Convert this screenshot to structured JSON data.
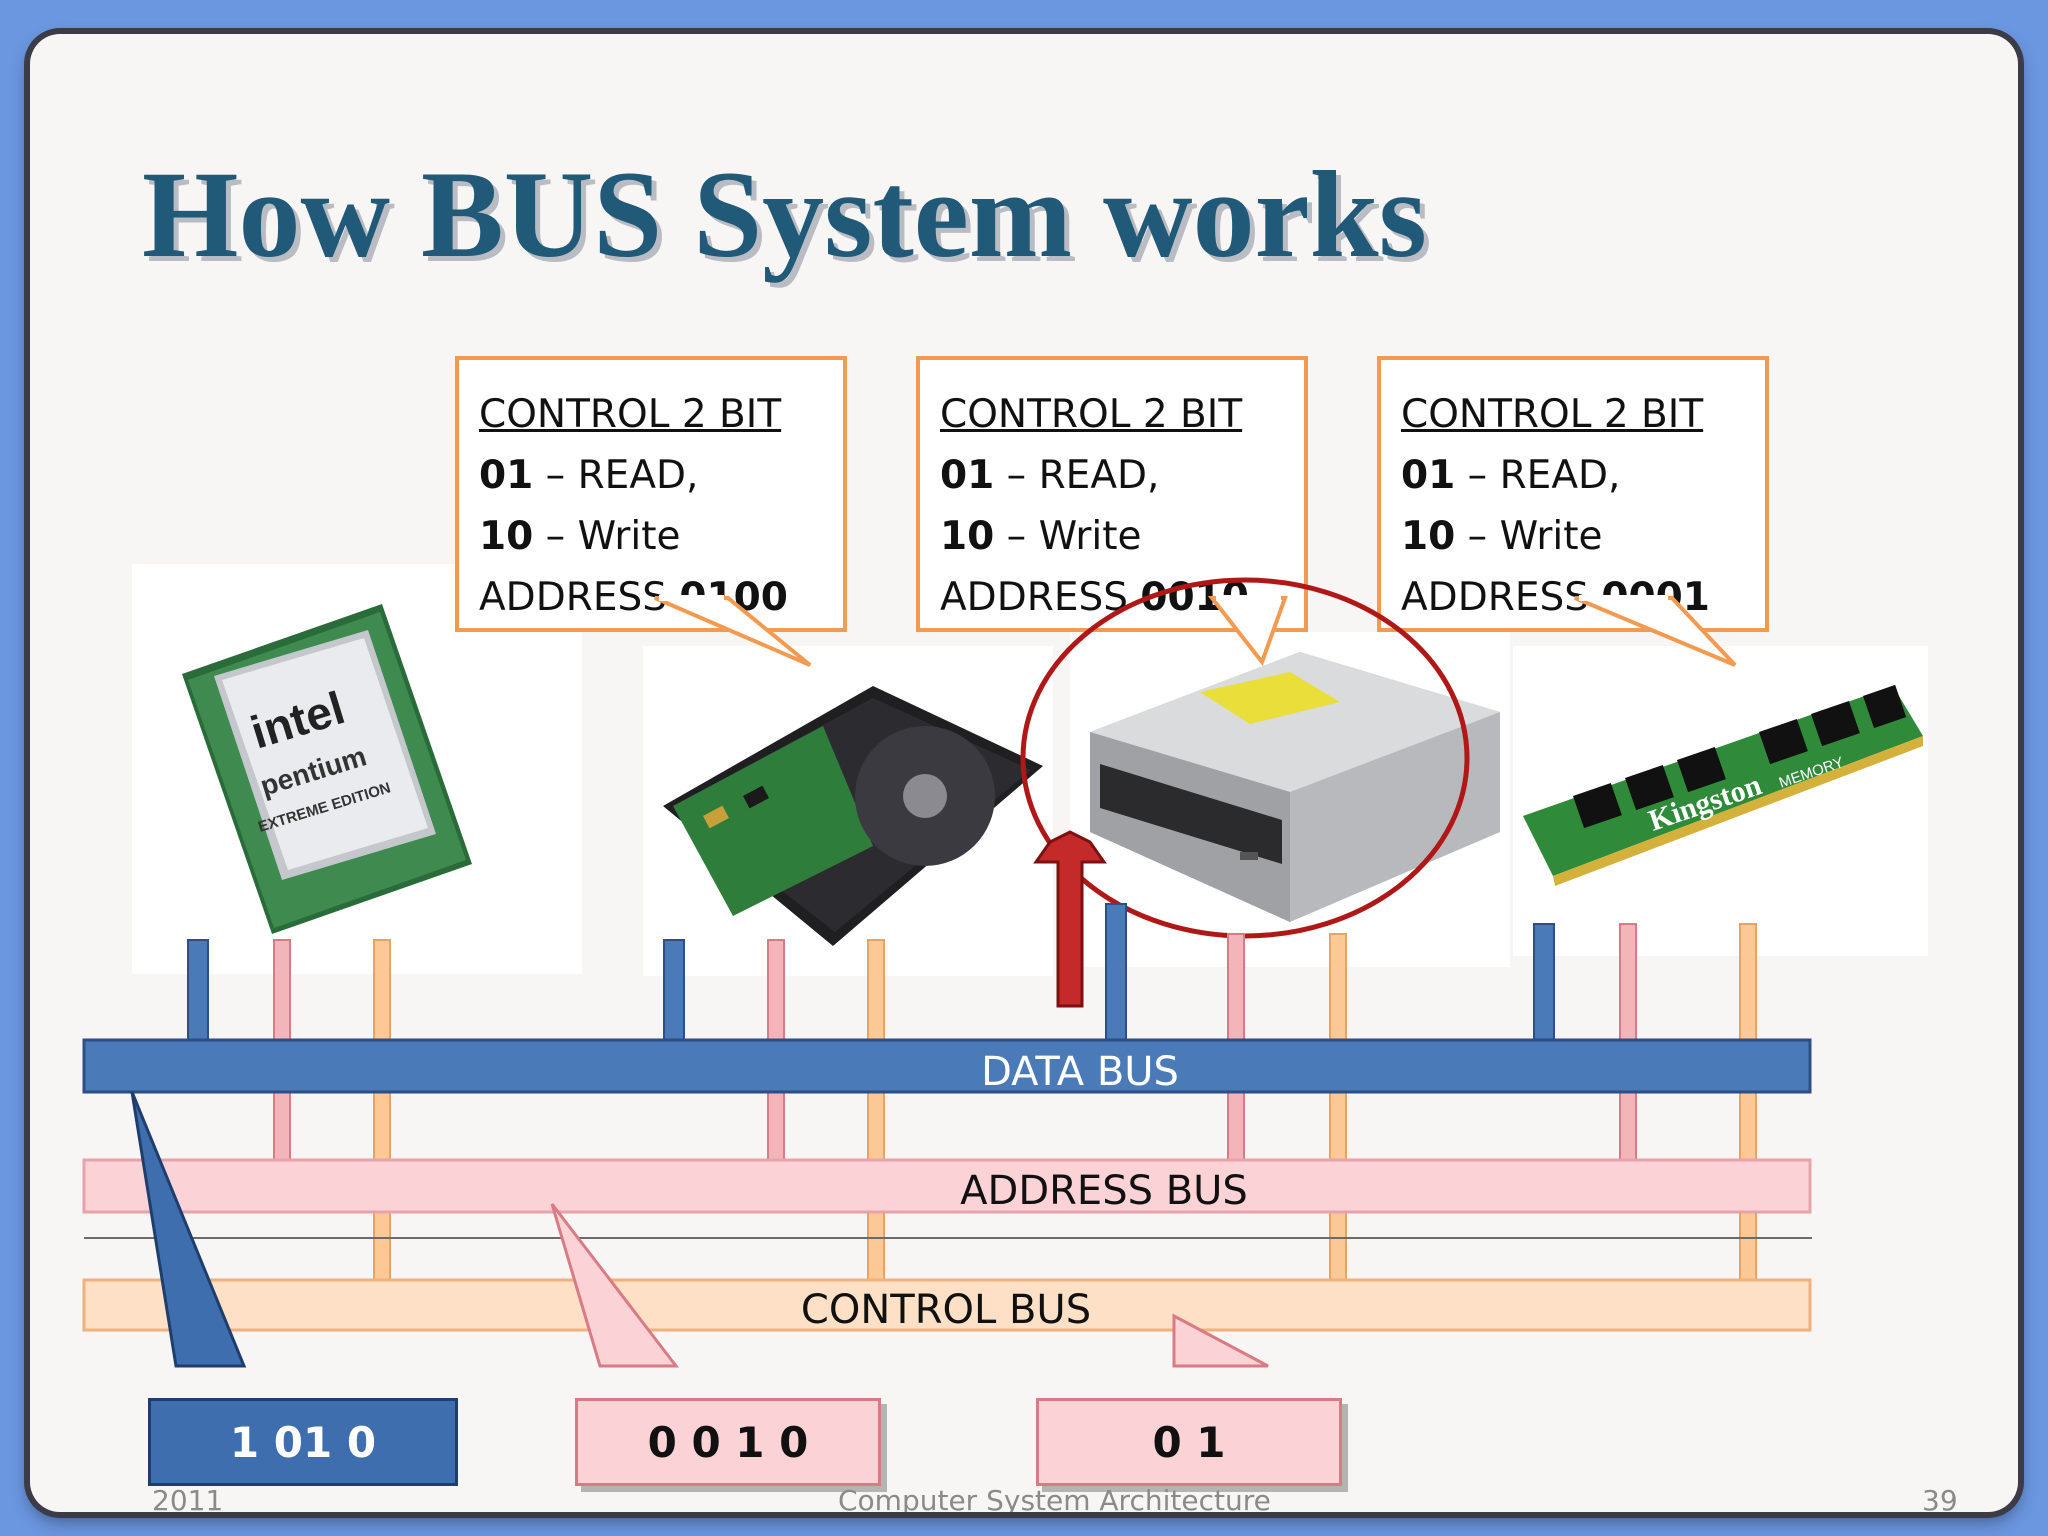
{
  "slide": {
    "title": "How BUS System works",
    "callouts": [
      {
        "line1": "CONTROL 2 BIT",
        "line2_bold": "01",
        "line2_rest": " – READ,",
        "line3_bold": "10",
        "line3_rest": " – Write",
        "line4_text": "ADDRESS ",
        "line4_bold": "0100"
      },
      {
        "line1": "CONTROL 2 BIT",
        "line2_bold": "01",
        "line2_rest": " – READ,",
        "line3_bold": "10",
        "line3_rest": " – Write",
        "line4_text": "ADDRESS ",
        "line4_bold": "0010"
      },
      {
        "line1": "CONTROL 2 BIT",
        "line2_bold": "01",
        "line2_rest": " – READ,",
        "line3_bold": "10",
        "line3_rest": " – Write",
        "line4_text": "ADDRESS ",
        "line4_bold": "0001"
      }
    ],
    "images": {
      "cpu_brand": "intel",
      "cpu_model": "pentium",
      "cpu_edition": "EXTREME EDITION",
      "ram_brand": "Kingston",
      "ram_label": "MEMORY"
    },
    "buses": {
      "data": "DATA BUS",
      "address": "ADDRESS BUS",
      "control": "CONTROL BUS"
    },
    "values": {
      "data": "1 01 0",
      "address": "0 0 1 0",
      "control": "0 1"
    },
    "footer": {
      "year": "2011",
      "course": "Computer System Architecture",
      "page": "39"
    },
    "colors": {
      "data_bus": "#4a7ab8",
      "address_bus": "#fbd3d6",
      "control_bus": "#fde0c6",
      "callout_border": "#f29a50",
      "highlight_ring": "#b01818",
      "title": "#215a78"
    }
  }
}
